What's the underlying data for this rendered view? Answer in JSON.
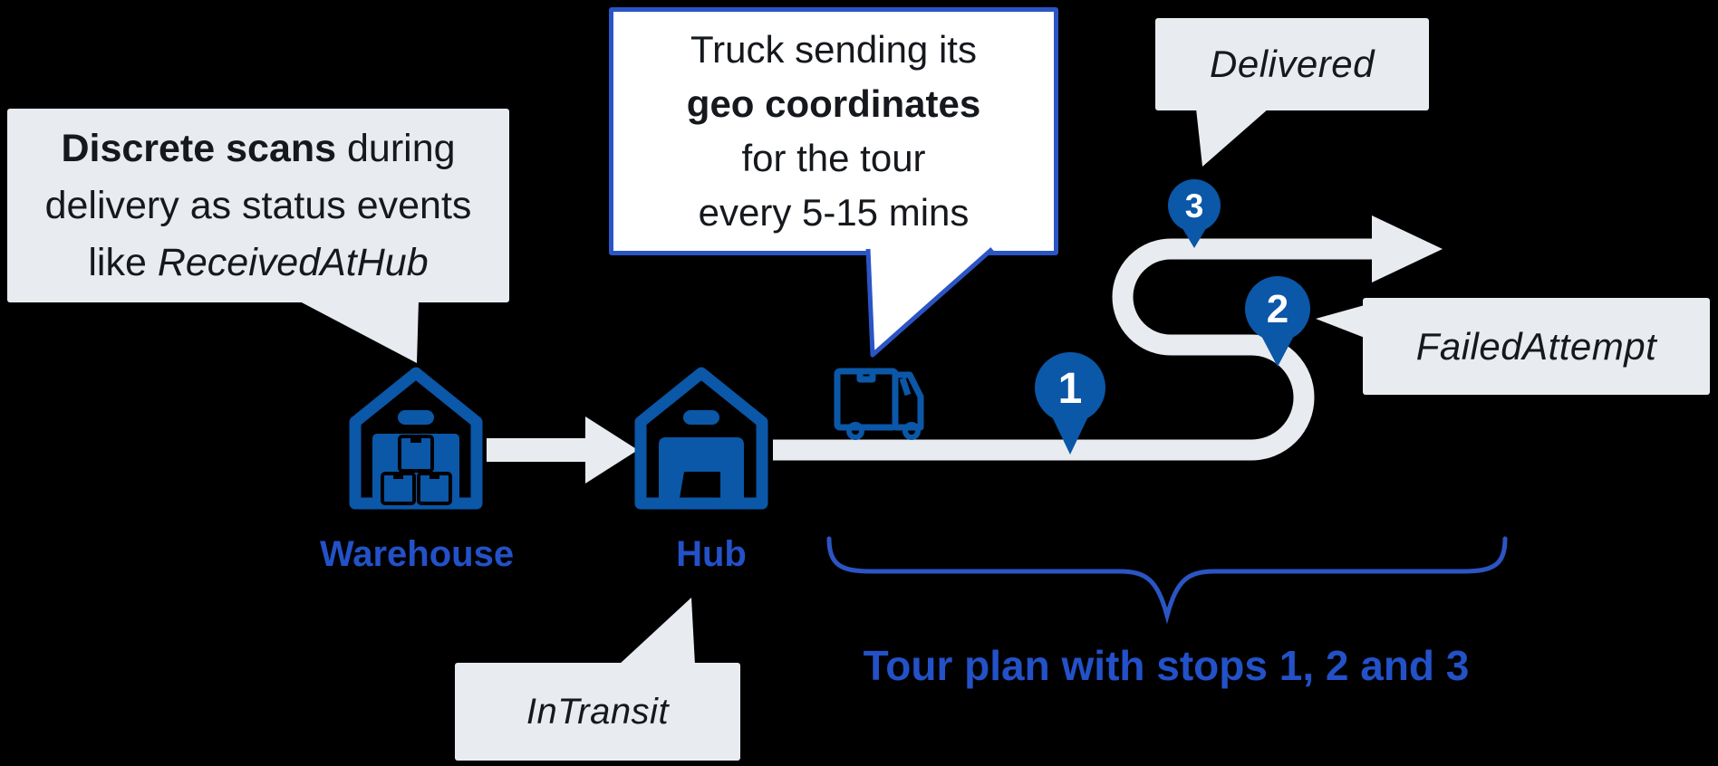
{
  "colors": {
    "background": "#000000",
    "icon_blue": "#0b57a8",
    "accent_blue": "#2351c8",
    "bubble_gray": "#e8ebf0",
    "bubble_white": "#ffffff",
    "text_dark": "#15181c"
  },
  "bubbles": {
    "discrete_scans": {
      "bold_part": "Discrete scans",
      "after_bold": " during",
      "line2": "delivery as status events",
      "line3_prefix": "like ",
      "italic_part": "ReceivedAtHub"
    },
    "truck_geo": {
      "line1": "Truck sending its",
      "bold_line2": "geo coordinates",
      "line3": "for the tour",
      "line4": "every 5-15 mins"
    },
    "delivered": {
      "label": "Delivered"
    },
    "failed_attempt": {
      "label": "FailedAttempt"
    },
    "in_transit": {
      "label": "InTransit"
    }
  },
  "nodes": {
    "warehouse": {
      "label": "Warehouse"
    },
    "hub": {
      "label": "Hub"
    }
  },
  "stops": [
    {
      "number": "1"
    },
    {
      "number": "2"
    },
    {
      "number": "3"
    }
  ],
  "caption": {
    "tour_plan": "Tour plan with stops 1, 2 and 3"
  }
}
